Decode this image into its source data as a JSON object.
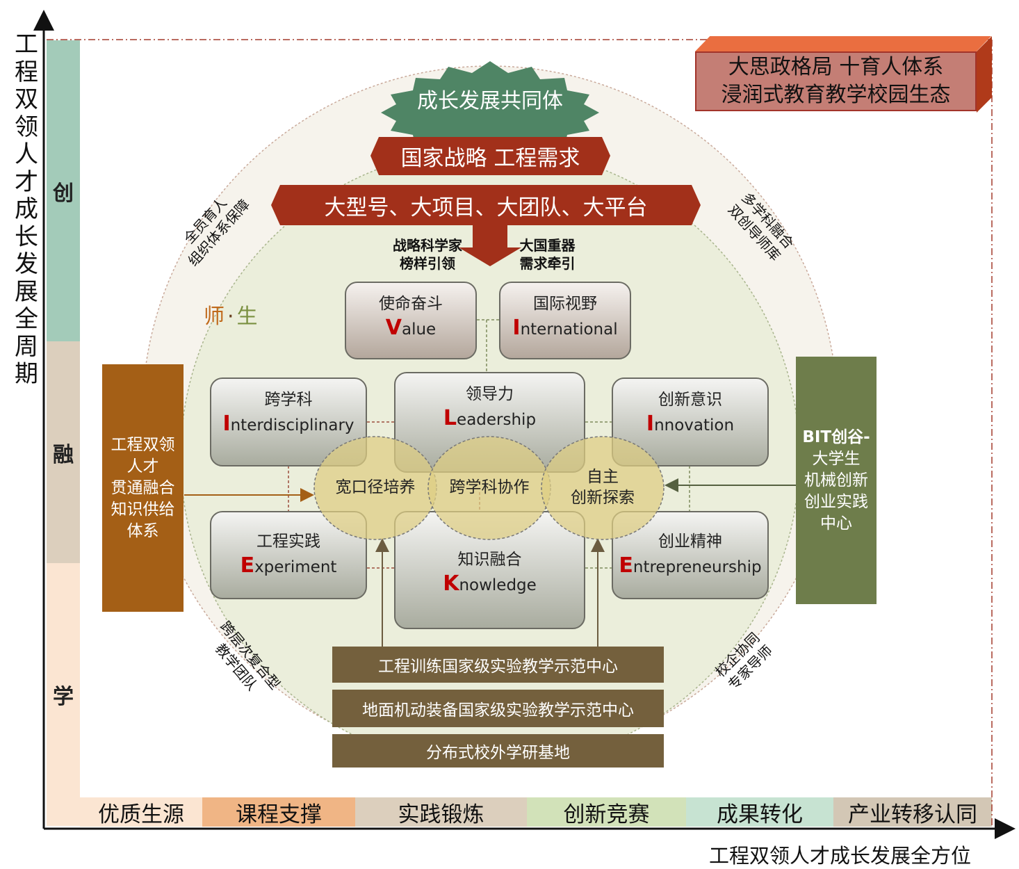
{
  "axes": {
    "y_label": "工程双领人才成长发展全周期",
    "x_label": "工程双领人才成长发展全方位"
  },
  "phases": [
    "创",
    "融",
    "学"
  ],
  "stages": [
    "优质生源",
    "课程支撑",
    "实践锻炼",
    "创新竞赛",
    "成果转化",
    "产业转移认同"
  ],
  "banner": {
    "line1": "大思政格局 十育人体系",
    "line2": "浸润式教育教学校园生态"
  },
  "top": {
    "community": "成长发展共同体",
    "national": "国家战略 工程需求",
    "platform": "大型号、大项目、大团队、大平台",
    "left_caption": [
      "战略科学家",
      "榜样引领"
    ],
    "right_caption": [
      "大国重器",
      "需求牵引"
    ]
  },
  "teacher_student": {
    "teacher": "师",
    "dot": "·",
    "student": "生"
  },
  "arc_labels": {
    "upper_left": [
      "全员育人",
      "组织体系保障"
    ],
    "upper_right": [
      "多学科融合",
      "双创导师库"
    ],
    "lower_left": [
      "跨层次复合型",
      "教学团队"
    ],
    "lower_right": [
      "校企协同",
      "专家导师"
    ]
  },
  "qualities": {
    "value": {
      "cn": "使命奋斗",
      "ini": "V",
      "rest": "alue"
    },
    "international": {
      "cn": "国际视野",
      "ini": "I",
      "rest": "nternational"
    },
    "interdisciplinary": {
      "cn": "跨学科",
      "ini": "I",
      "rest": "nterdisciplinary"
    },
    "leadership": {
      "cn": "领导力",
      "ini": "L",
      "rest": "eadership"
    },
    "innovation": {
      "cn": "创新意识",
      "ini": "I",
      "rest": "nnovation"
    },
    "experiment": {
      "cn": "工程实践",
      "ini": "E",
      "rest": "xperiment"
    },
    "knowledge": {
      "cn": "知识融合",
      "ini": "K",
      "rest": "nowledge"
    },
    "entrepreneurship": {
      "cn": "创业精神",
      "ini": "E",
      "rest": "ntrepreneurship"
    }
  },
  "ovals": {
    "left": "宽口径培养",
    "mid": "跨学科协作",
    "right": [
      "自主",
      "创新探索"
    ]
  },
  "left_panel": [
    "工程双领",
    "人才",
    "贯通融合",
    "知识供给",
    "体系"
  ],
  "right_panel": [
    "BIT创谷-",
    "大学生",
    "机械创新",
    "创业实践",
    "中心"
  ],
  "bottom_bars": [
    "工程训练国家级实验教学示范中心",
    "地面机动装备国家级实验教学示范中心",
    "分布式校外学研基地"
  ],
  "colors": {
    "phase_create": "#a3cbb9",
    "phase_fuse": "#dccfbd",
    "phase_learn": "#fbe5d2",
    "red_bar": "#a2301a",
    "green_star": "#4f8565",
    "left_panel": "#a45f16",
    "right_panel": "#6e7d4b",
    "bottom_bar": "#74603d"
  }
}
